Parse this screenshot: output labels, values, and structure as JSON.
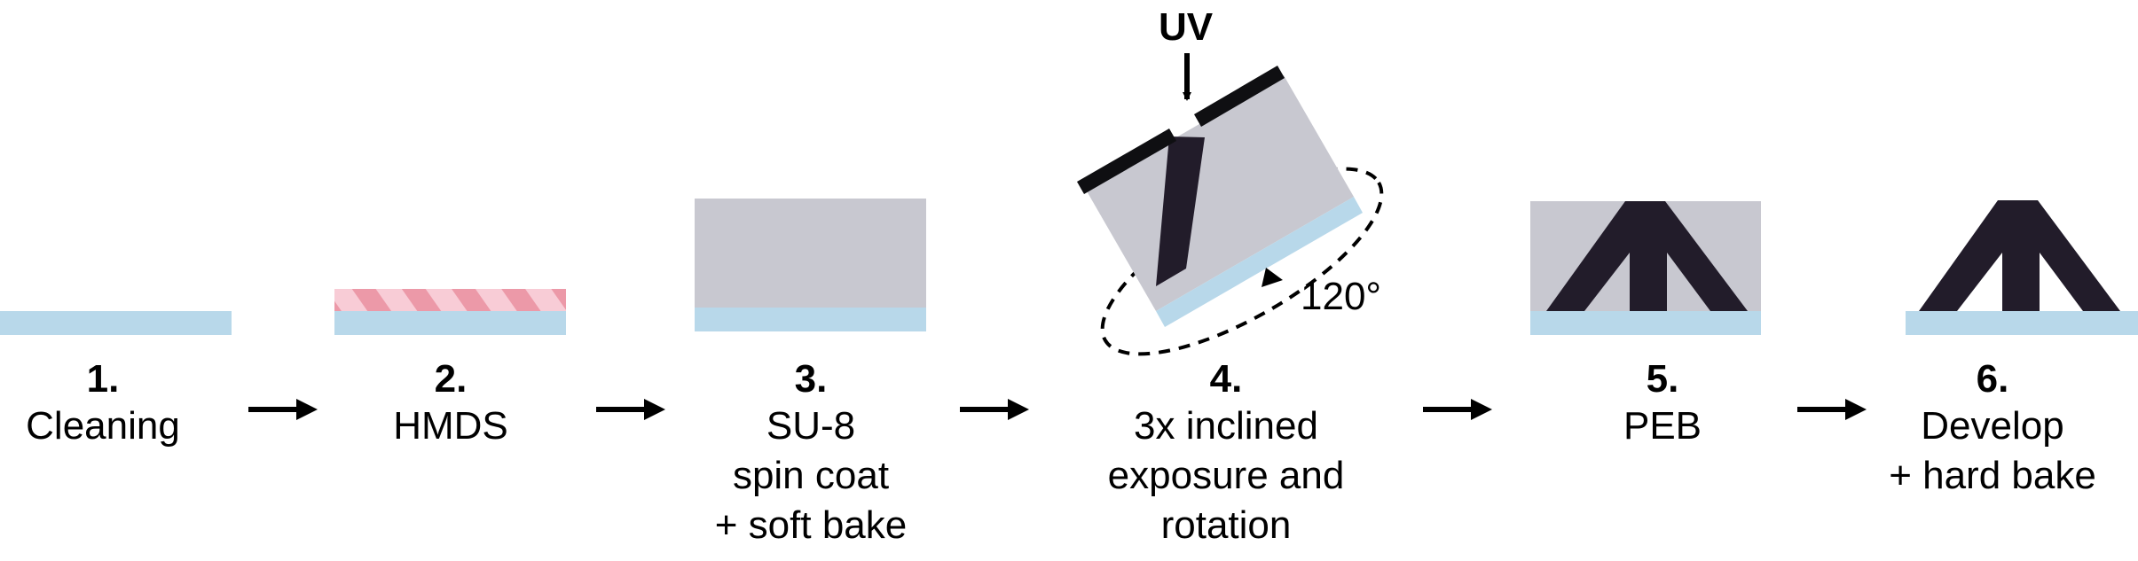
{
  "colors": {
    "substrate": "#b8d8ea",
    "resist": "#c8c8d0",
    "exposed": "#221c2a",
    "mask": "#0f0f12",
    "hmds_dark": "#ec99a8",
    "hmds_light": "#f8ccd6"
  },
  "steps": [
    {
      "number": "1.",
      "lines": [
        "Cleaning"
      ]
    },
    {
      "number": "2.",
      "lines": [
        "HMDS"
      ]
    },
    {
      "number": "3.",
      "lines": [
        "SU-8",
        "spin coat",
        "+ soft bake"
      ]
    },
    {
      "number": "4.",
      "lines": [
        "3x inclined",
        "exposure and",
        "rotation"
      ]
    },
    {
      "number": "5.",
      "lines": [
        "PEB"
      ]
    },
    {
      "number": "6.",
      "lines": [
        "Develop",
        "+ hard bake"
      ]
    }
  ],
  "annotations": {
    "uv": "UV",
    "rotation_angle": "120°"
  }
}
